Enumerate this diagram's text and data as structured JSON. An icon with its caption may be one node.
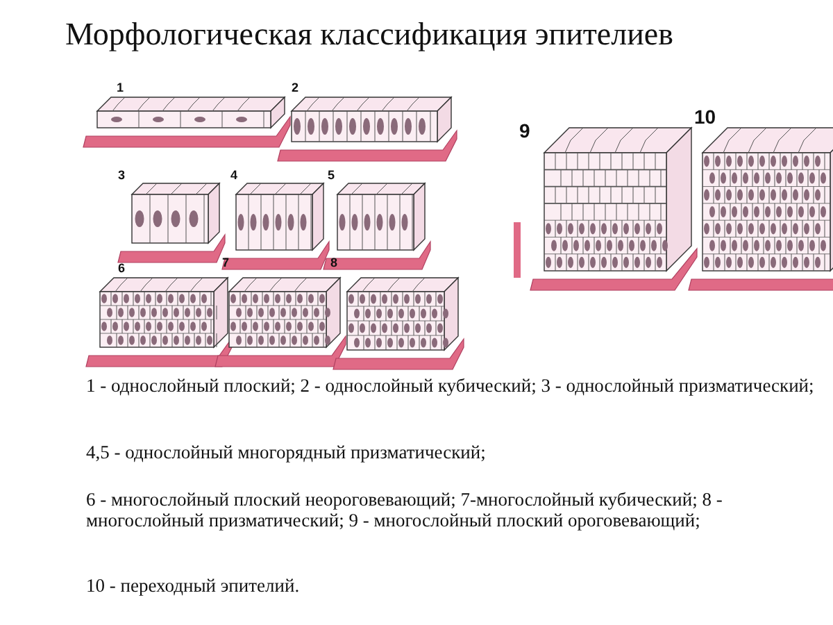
{
  "diagram": {
    "title": "Морфологическая классификация эпителиев",
    "labels": [
      "1",
      "2",
      "3",
      "4",
      "5",
      "6",
      "7",
      "8",
      "9",
      "10",
      "1 - однослойный плоский; 2 - однослойный кубический; 3 - однослойный призматический;",
      "4,5 - однослойный многорядный призматический;",
      "6 - многослойный плоский неороговевающий; 7-многослойный кубический; 8 - многослойный призматический; 9 - многослойный плоский ороговевающий;",
      "10 - переходный эпителий."
    ]
  }
}
